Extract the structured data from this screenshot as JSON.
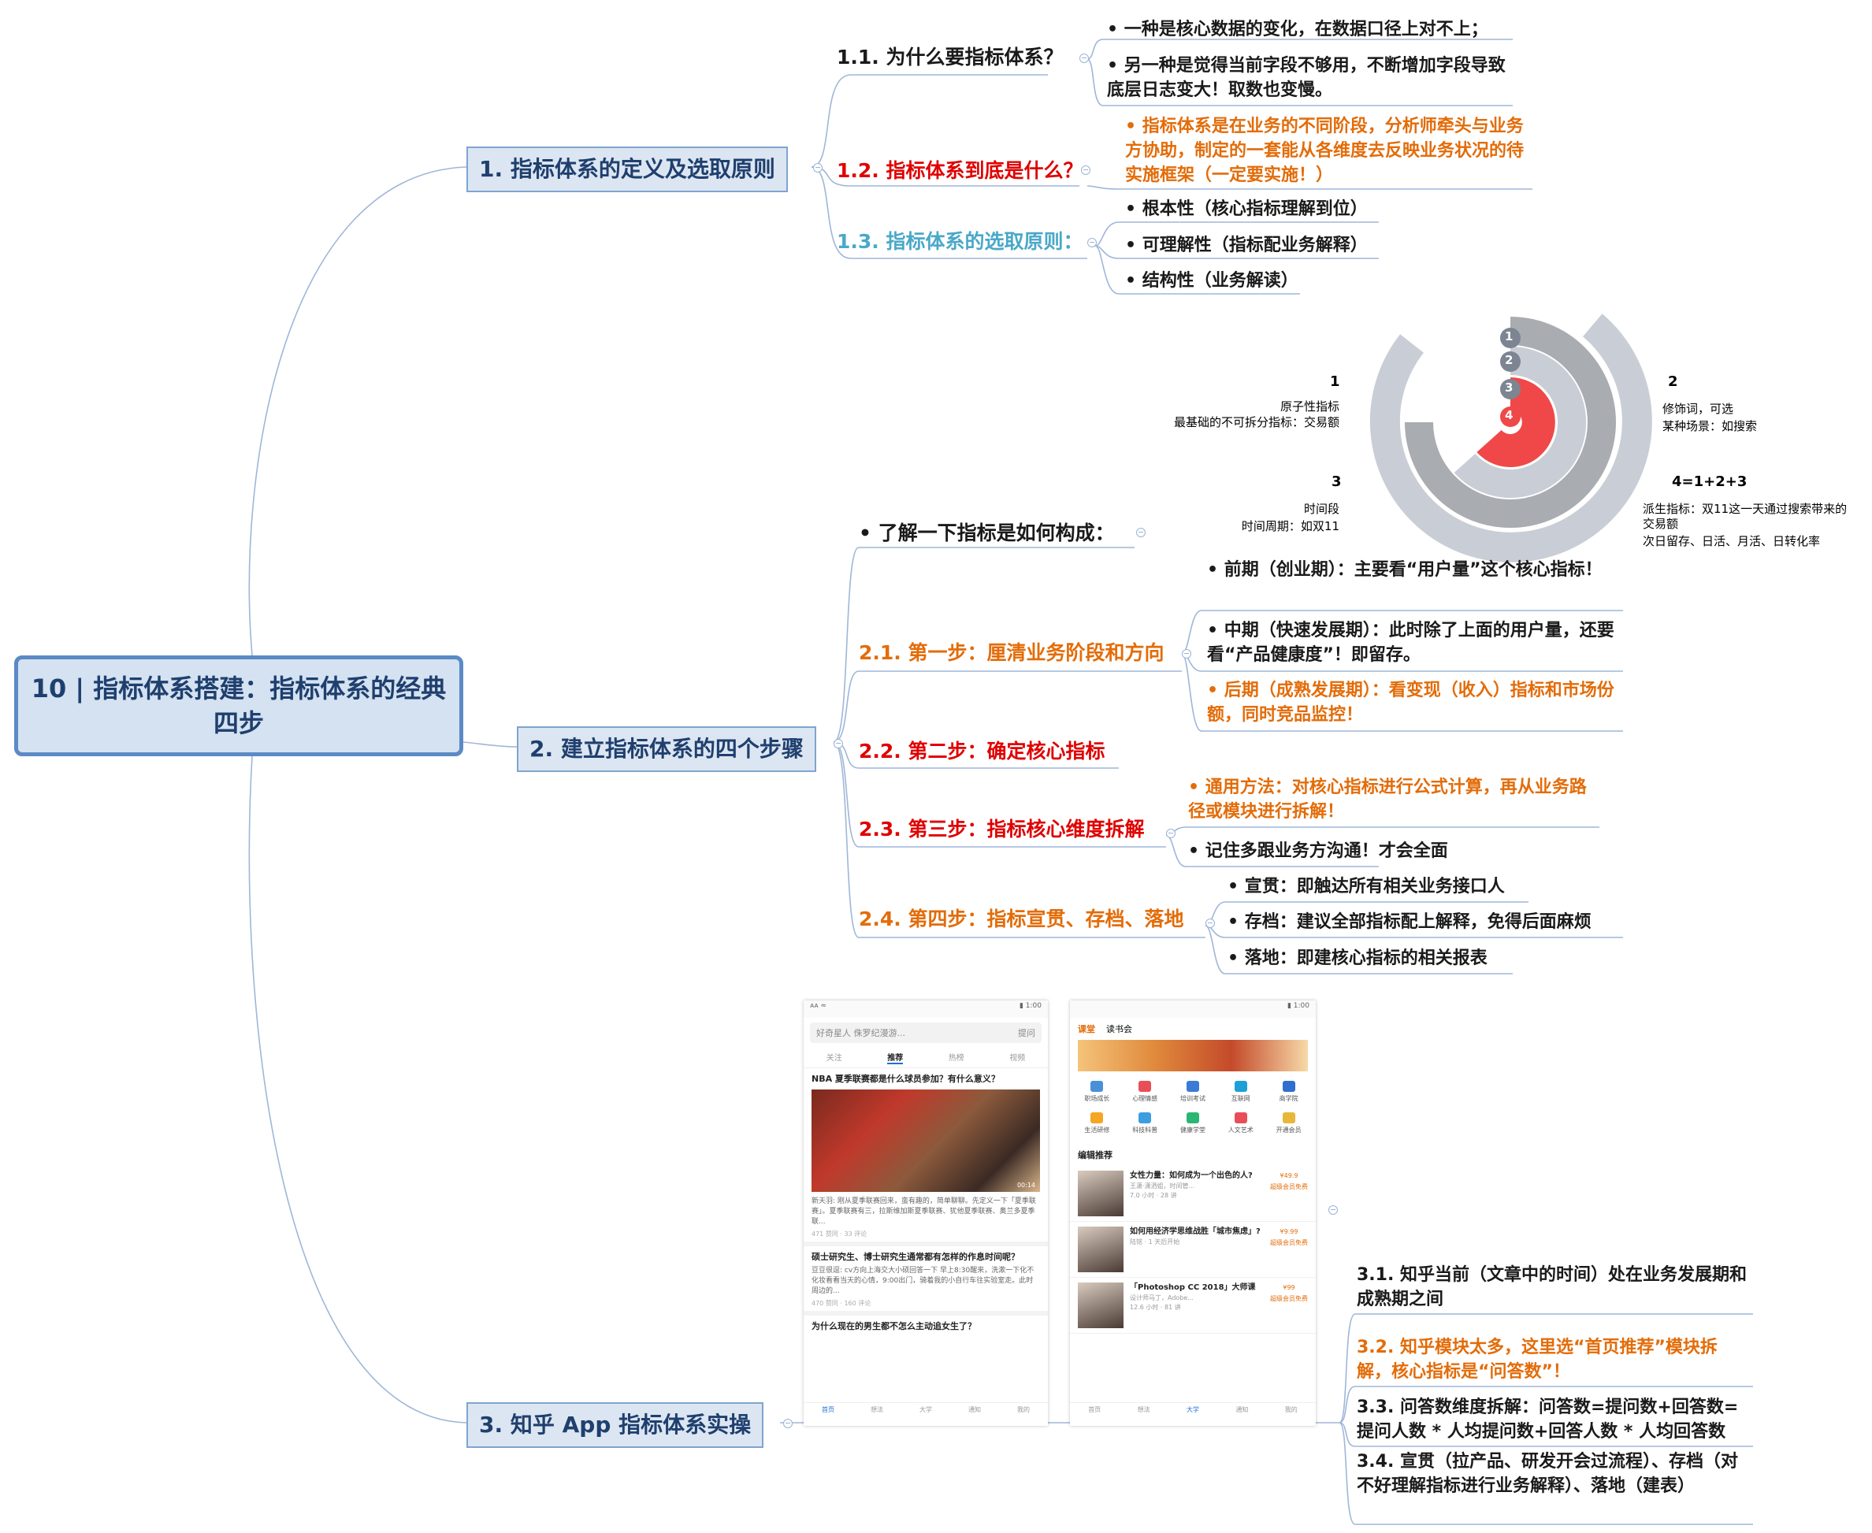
{
  "root": {
    "title": "10 | 指标体系搭建：指标体系的经典四步"
  },
  "branches": [
    {
      "title": "1. 指标体系的定义及选取原则",
      "subs": [
        {
          "title": "1.1. 为什么要指标体系？",
          "leaves": [
            "• 一种是核心数据的变化，在数据口径上对不上；",
            "• 另一种是觉得当前字段不够用，不断增加字段导致底层日志变大！取数也变慢。"
          ]
        },
        {
          "title": "1.2. 指标体系到底是什么？",
          "leaves": [
            "• 指标体系是在业务的不同阶段，分析师牵头与业务方协助，制定的一套能从各维度去反映业务状况的待实施框架（一定要实施！）"
          ]
        },
        {
          "title": "1.3. 指标体系的选取原则：",
          "leaves": [
            "• 根本性（核心指标理解到位）",
            "• 可理解性（指标配业务解释）",
            "• 结构性（业务解读）"
          ]
        }
      ]
    },
    {
      "title": "2. 建立指标体系的四个步骤",
      "subs": [
        {
          "title": "• 了解一下指标是如何构成：",
          "leaves": []
        },
        {
          "title": "2.1. 第一步：厘清业务阶段和方向",
          "leaves": [
            "• 前期（创业期）：主要看“用户量”这个核心指标！",
            "• 中期（快速发展期）：此时除了上面的用户量，还要看“产品健康度”！即留存。",
            "• 后期（成熟发展期）：看变现（收入）指标和市场份额，同时竞品监控！"
          ]
        },
        {
          "title": "2.2. 第二步：确定核心指标",
          "leaves": []
        },
        {
          "title": "2.3. 第三步：指标核心维度拆解",
          "leaves": [
            "• 通用方法：对核心指标进行公式计算，再从业务路径或模块进行拆解！",
            "• 记住多跟业务方沟通！才会全面"
          ]
        },
        {
          "title": "2.4. 第四步：指标宣贯、存档、落地",
          "leaves": [
            "• 宣贯：即触达所有相关业务接口人",
            "• 存档：建议全部指标配上解释，免得后面麻烦",
            "• 落地：即建核心指标的相关报表"
          ]
        }
      ]
    },
    {
      "title": "3. 知乎 App 指标体系实操",
      "subs": [
        {
          "title": "",
          "leaves": [
            "3.1. 知乎当前（文章中的时间）处在业务发展期和成熟期之间",
            "3.2. 知乎模块太多，这里选“首页推荐”模块拆解，核心指标是“问答数”！",
            "3.3. 问答数维度拆解：问答数=提问数+回答数=提问人数 * 人均提问数+回答人数 * 人均回答数",
            "3.4. 宣贯（拉产品、研发开会过流程）、存档（对不好理解指标进行业务解释）、落地（建表）"
          ]
        }
      ]
    }
  ],
  "ring_chart": {
    "levels": [
      {
        "badge": "1",
        "color": "#c9ced6"
      },
      {
        "badge": "2",
        "color": "#a9acb0"
      },
      {
        "badge": "3",
        "color": "#c9ced6"
      },
      {
        "badge": "4",
        "color": "#f04848"
      }
    ],
    "labels": {
      "l1": {
        "num": "1",
        "title": "原子性指标",
        "desc": "最基础的不可拆分指标：交易额"
      },
      "l2": {
        "num": "2",
        "title": "修饰词，可选",
        "desc": "某种场景：如搜索"
      },
      "l3": {
        "num": "3",
        "title": "时间段",
        "desc": "时间周期：如双11"
      },
      "l4": {
        "num": "4=1+2+3",
        "title": "派生指标：双11这一天通过搜索带来的交易额",
        "desc": "次日留存、日活、月活、日转化率"
      }
    }
  },
  "phone1": {
    "status_left": "ᴀᴀ ≈",
    "status_right": "▮ 1:00",
    "search_placeholder": "好奇星人 侏罗纪漫游...",
    "ask": "提问",
    "tabs": [
      "关注",
      "推荐",
      "热榜",
      "视频"
    ],
    "items": [
      {
        "title": "NBA 夏季联赛都是什么球员参加？有什么意义？",
        "video_time": "00:14",
        "text": "新天羽: 刚从夏季联赛回来，蛮有趣的，简单聊聊。先定义一下「夏季联赛」。夏季联赛有三，拉斯维加斯夏季联赛、犹他夏季联赛、奥兰多夏季联...",
        "meta": "471 赞同 · 33 评论"
      },
      {
        "title": "硕士研究生、博士研究生通常都有怎样的作息时间呢？",
        "text": "豆豆很逗: cv方向上海交大小硕回答一下 早上8:30醒来，洗漱一下化不化妆看看当天的心情，9:00出门，骑着我的小自行车往实验室走。此时周边的...",
        "meta": "470 赞同 · 160 评论"
      },
      {
        "title": "为什么现在的男生都不怎么主动追女生了？",
        "text": "",
        "meta": ""
      }
    ],
    "nav": [
      "首页",
      "想法",
      "大学",
      "通知",
      "我的"
    ]
  },
  "phone2": {
    "status_right": "▮ 1:00",
    "tabs": [
      "课堂",
      "读书会"
    ],
    "categories": [
      "职场成长",
      "心理情感",
      "培训考试",
      "互联网",
      "商学院",
      "生活研修",
      "科技科普",
      "健康学堂",
      "人文艺术",
      "开通会员"
    ],
    "section": "编辑推荐",
    "courses": [
      {
        "title": "女性力量：如何成为一个出色的人?",
        "author": "王潇·潇洒姐，时间管...",
        "meta": "7.0 小时 · 28 讲",
        "price": "¥49.9",
        "vip": "超级会员免费"
      },
      {
        "title": "如何用经济学思维战胜「城市焦虑」?",
        "author": "陆铭 · 1 天后开始",
        "meta": "",
        "price": "¥9.99",
        "vip": "超级会员免费"
      },
      {
        "title": "「Photoshop CC 2018」大师课",
        "author": "设计师马丁，Adobe...",
        "meta": "12.6 小时 · 81 讲",
        "price": "¥99",
        "vip": "超级会员免费"
      }
    ],
    "nav": [
      "首页",
      "想法",
      "大学",
      "通知",
      "我的"
    ]
  },
  "colors": {
    "branch_line": "#9fb6d8",
    "orange": "#e36c09",
    "red": "#e00000",
    "teal": "#4aa8c8"
  }
}
